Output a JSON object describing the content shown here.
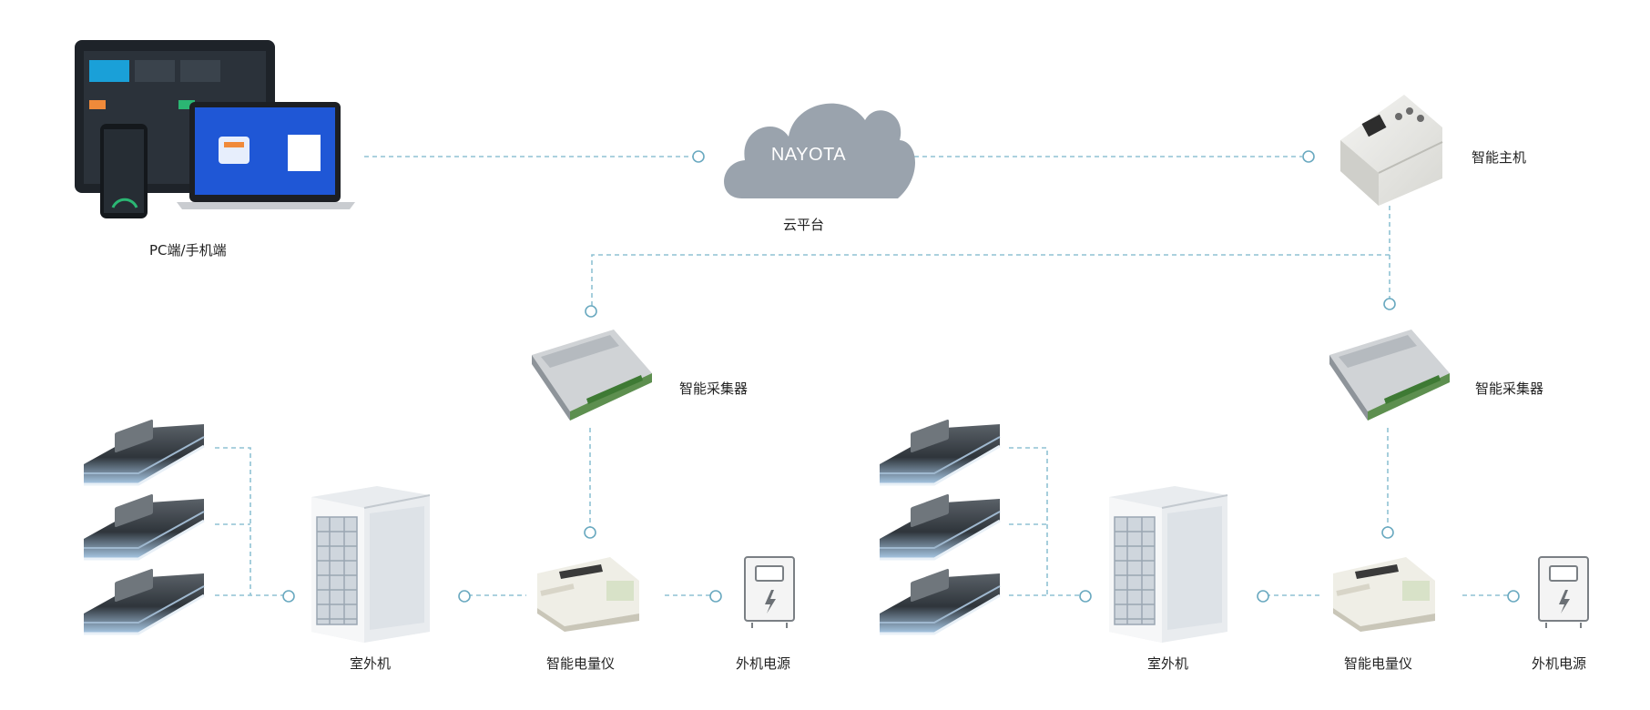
{
  "cloud": {
    "name": "NAYOTA",
    "label": "云平台"
  },
  "terminals": {
    "label": "PC端/手机端"
  },
  "host": {
    "label": "智能主机"
  },
  "groups": [
    {
      "collector_label": "智能采集器",
      "outdoor_label": "室外机",
      "meter_label": "智能电量仪",
      "power_label": "外机电源"
    },
    {
      "collector_label": "智能采集器",
      "outdoor_label": "室外机",
      "meter_label": "智能电量仪",
      "power_label": "外机电源"
    }
  ],
  "colors": {
    "line": "#8fc2d4",
    "node_stroke": "#6aa9c0",
    "cloud": "#9aa3ad",
    "text": "#222222"
  }
}
